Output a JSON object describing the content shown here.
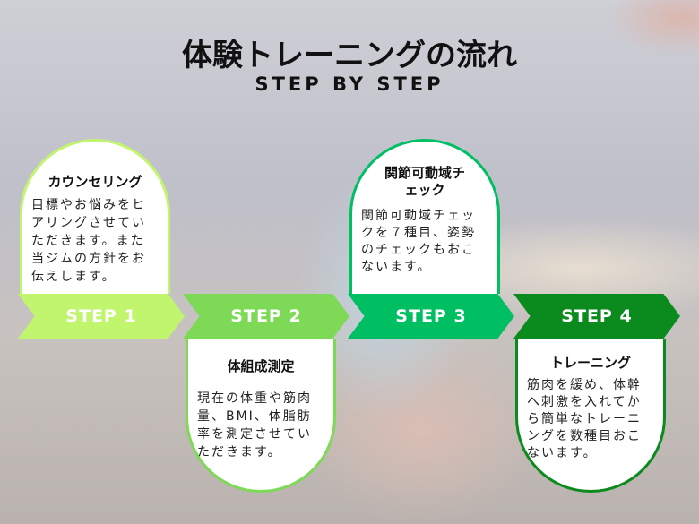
{
  "title": "体験トレーニングの流れ",
  "subtitle": "STEP BY STEP",
  "steps": [
    {
      "label": "STEP 1",
      "heading": "カウンセリング",
      "text": "目標やお悩みをヒアリングさせていただきます。また当ジムの方針をお伝えします。",
      "color": "#c1f56d"
    },
    {
      "label": "STEP 2",
      "heading": "体組成測定",
      "text": "現在の体重や筋肉量、BMI、体脂肪率を測定させていただきます。",
      "color": "#7ed957"
    },
    {
      "label": "STEP 3",
      "heading": "関節可動域チェック",
      "text": "関節可動域チェックを７種目、姿勢のチェックもおこないます。",
      "color": "#00bf63"
    },
    {
      "label": "STEP 4",
      "heading": "トレーニング",
      "text": "筋肉を緩め、体幹へ刺激を入れてから簡単なトレーニングを数種目おこないます。",
      "color": "#0b8a1e"
    }
  ]
}
